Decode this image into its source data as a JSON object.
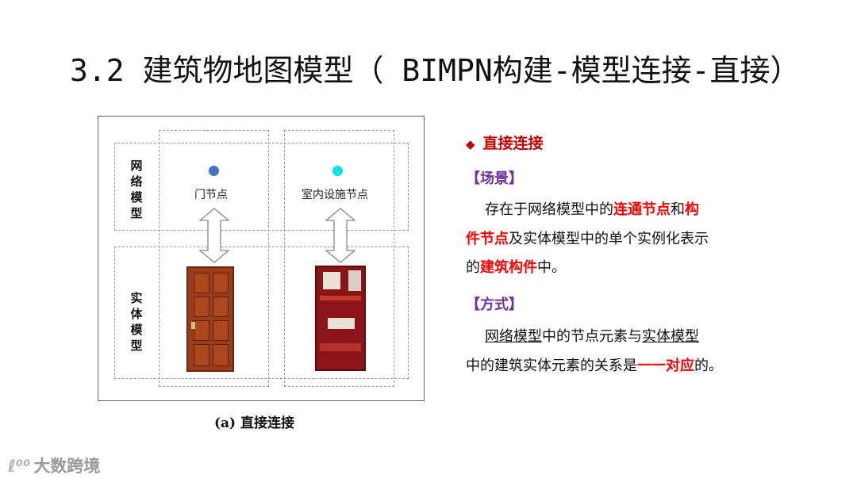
{
  "title": "3.2 建筑物地图模型（ BIMPN构建-模型连接-直接）",
  "figure": {
    "row_top_label": "网络模型",
    "row_bottom_label": "实体模型",
    "node1_label": "门节点",
    "node2_label": "室内设施节点",
    "node1_color": "#4472c4",
    "node2_color": "#00e5e5",
    "caption": "(a) 直接连接"
  },
  "right_panel": {
    "heading": "直接连接",
    "bullet_icon": "diamond-icon",
    "section1": "【场景】",
    "p1_l1_a": "存在于网络模型中的",
    "p1_l1_red1": "连通节点",
    "p1_l1_b": "和",
    "p1_l1_red2": "构",
    "p1_l2_red": "件节点",
    "p1_l2_b": "及实体模型中的单个实例化表示",
    "p1_l3_a": "的",
    "p1_l3_red": "建筑构件",
    "p1_l3_b": "中。",
    "section2": "【方式】",
    "p2_l1_u1": "网络模型",
    "p2_l1_a": "中的节点元素与",
    "p2_l1_u2": "实体模型",
    "p2_l2_a": "中的建筑实体元素的关系是",
    "p2_l2_red": "一一对应",
    "p2_l2_b": "的。"
  },
  "watermark": {
    "mark": "ℓ⁰⁰",
    "text": "大数跨境"
  },
  "colors": {
    "accent_red": "#ff0000",
    "heading_red": "#c00000",
    "section_purple": "#7030a0"
  }
}
